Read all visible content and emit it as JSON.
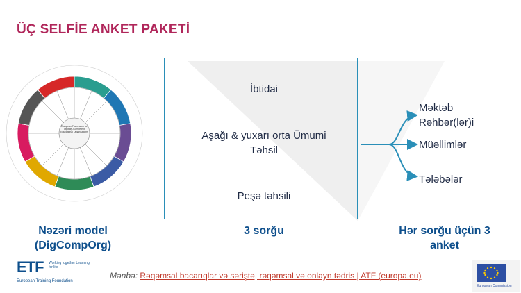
{
  "title": "ÜÇ SELFİE ANKET PAKETİ",
  "columns": {
    "left_caption": "Nəzəri model (DigCompOrg)",
    "middle_caption": "3 sorğu",
    "right_caption": "Hər sorğu üçün 3 anket"
  },
  "levels": [
    "İbtidai",
    "Aşağı & yuxarı orta Ümumi Təhsil",
    "Peşə təhsili"
  ],
  "targets": [
    "Məktəb Rəhbər(lər)i",
    "Müəllimlər",
    "Tələbələr"
  ],
  "source": {
    "prefix": "Mənbə:",
    "link_text": "Rəqəmsal bacarıqlar və səriştə, rəqəmsal və onlayn tədris | ATF (europa.eu)"
  },
  "logos": {
    "etf_mark": "ETF",
    "etf_tagline": "Working together Learning for life",
    "etf_name": "European Training Foundation",
    "eu_label": "European Commission"
  },
  "wheel": {
    "center_text": "European Framework for Digitally-Competent Educational Organisations",
    "segment_colors": [
      "#2a9d8f",
      "#1f77b4",
      "#6a4c93",
      "#3b5ba5",
      "#2e8b57",
      "#e0a800",
      "#d81b60",
      "#555555",
      "#d62828"
    ]
  },
  "colors": {
    "title": "#b0265a",
    "divider": "#2a8fb8",
    "caption": "#0e4f8c",
    "arrow": "#2a8fb8"
  }
}
